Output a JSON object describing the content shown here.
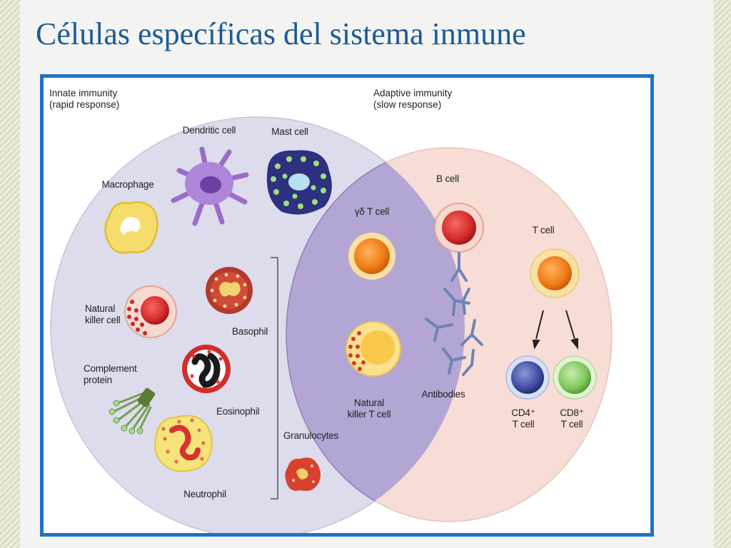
{
  "slide": {
    "title": "Células específicas del sistema inmune"
  },
  "diagram": {
    "innate_label_line1": "Innate immunity",
    "innate_label_line2": "(rapid response)",
    "adaptive_label_line1": "Adaptive immunity",
    "adaptive_label_line2": "(slow response)",
    "cells": {
      "dendritic": "Dendritic cell",
      "mast": "Mast cell",
      "macrophage": "Macrophage",
      "gd_t_cell": "γδ T cell",
      "b_cell": "B cell",
      "t_cell": "T cell",
      "nk_line1": "Natural",
      "nk_line2": "killer cell",
      "basophil": "Basophil",
      "complement_line1": "Complement",
      "complement_line2": "protein",
      "eosinophil": "Eosinophil",
      "granulocytes": "Granulocytes",
      "neutrophil": "Neutrophil",
      "nkt_line1": "Natural",
      "nkt_line2": "killer T cell",
      "antibodies": "Antibodies",
      "cd4_line1": "CD4⁺",
      "cd4_line2": "T cell",
      "cd8_line1": "CD8⁺",
      "cd8_line2": "T cell"
    },
    "colors": {
      "innate_fill": "#dcdcec",
      "adaptive_fill": "#f7ddd6",
      "overlap_fill": "#b3a6d4",
      "frame": "#1f73c4",
      "title": "#1d5b93"
    }
  }
}
